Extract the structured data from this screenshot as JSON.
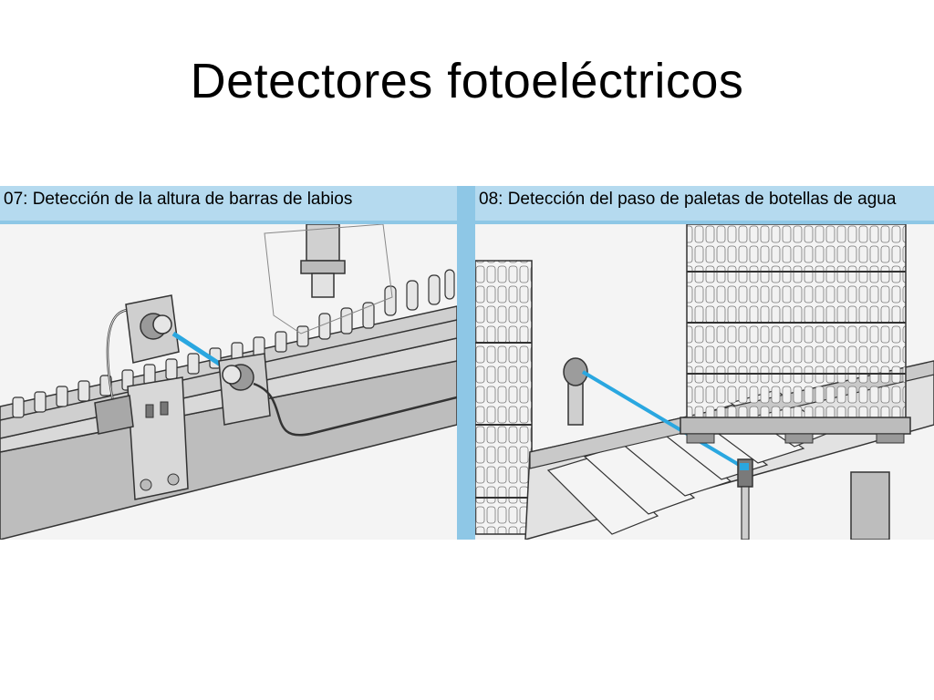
{
  "slide": {
    "title": "Detectores fotoeléctricos"
  },
  "panels": [
    {
      "id": "07",
      "caption": "07: Detección de la altura de barras de labios",
      "illustration": "lipstick-conveyor-through-beam-sensor"
    },
    {
      "id": "08",
      "caption": "08: Detección del paso de paletas de botellas de agua",
      "illustration": "water-bottle-pallet-roller-conveyor-reflector-sensor"
    }
  ],
  "colors": {
    "frame": "#8ec7e6",
    "caption_bg": "#b5daef",
    "beam": "#2aa7e0",
    "line_art": "#333333",
    "fill_light": "#dcdcdc",
    "fill_mid": "#b8b8b8"
  }
}
